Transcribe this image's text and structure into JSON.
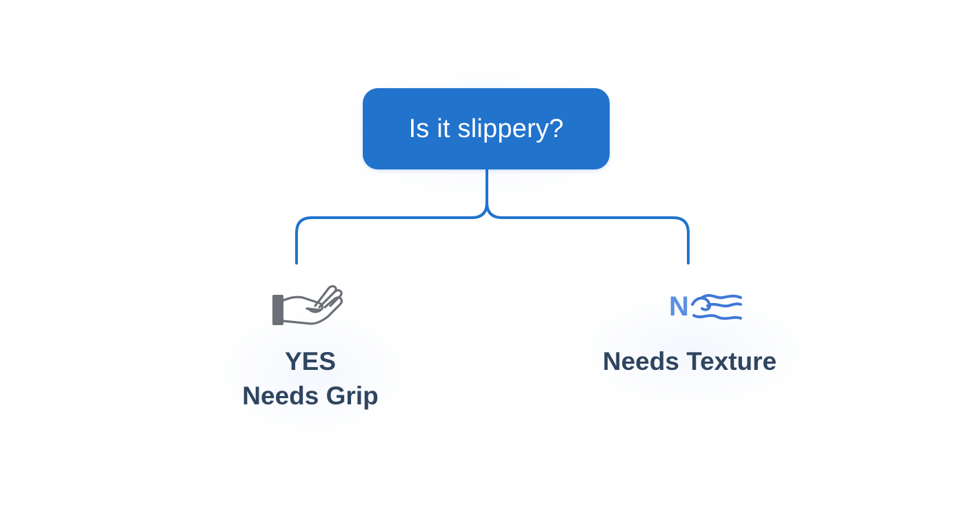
{
  "colors": {
    "box_fill": "#2173cc",
    "connector": "#2173cc",
    "label_text": "#2f4560",
    "icon_gray": "#6b6f76",
    "icon_blue": "#5b8fe0"
  },
  "question": {
    "text": "Is it slippery?"
  },
  "branches": {
    "yes": {
      "answer": "YES",
      "result": "Needs Grip",
      "icon": "hand-icon"
    },
    "no": {
      "answer": "NO",
      "result": "Needs Texture",
      "icon": "waves-icon"
    }
  }
}
